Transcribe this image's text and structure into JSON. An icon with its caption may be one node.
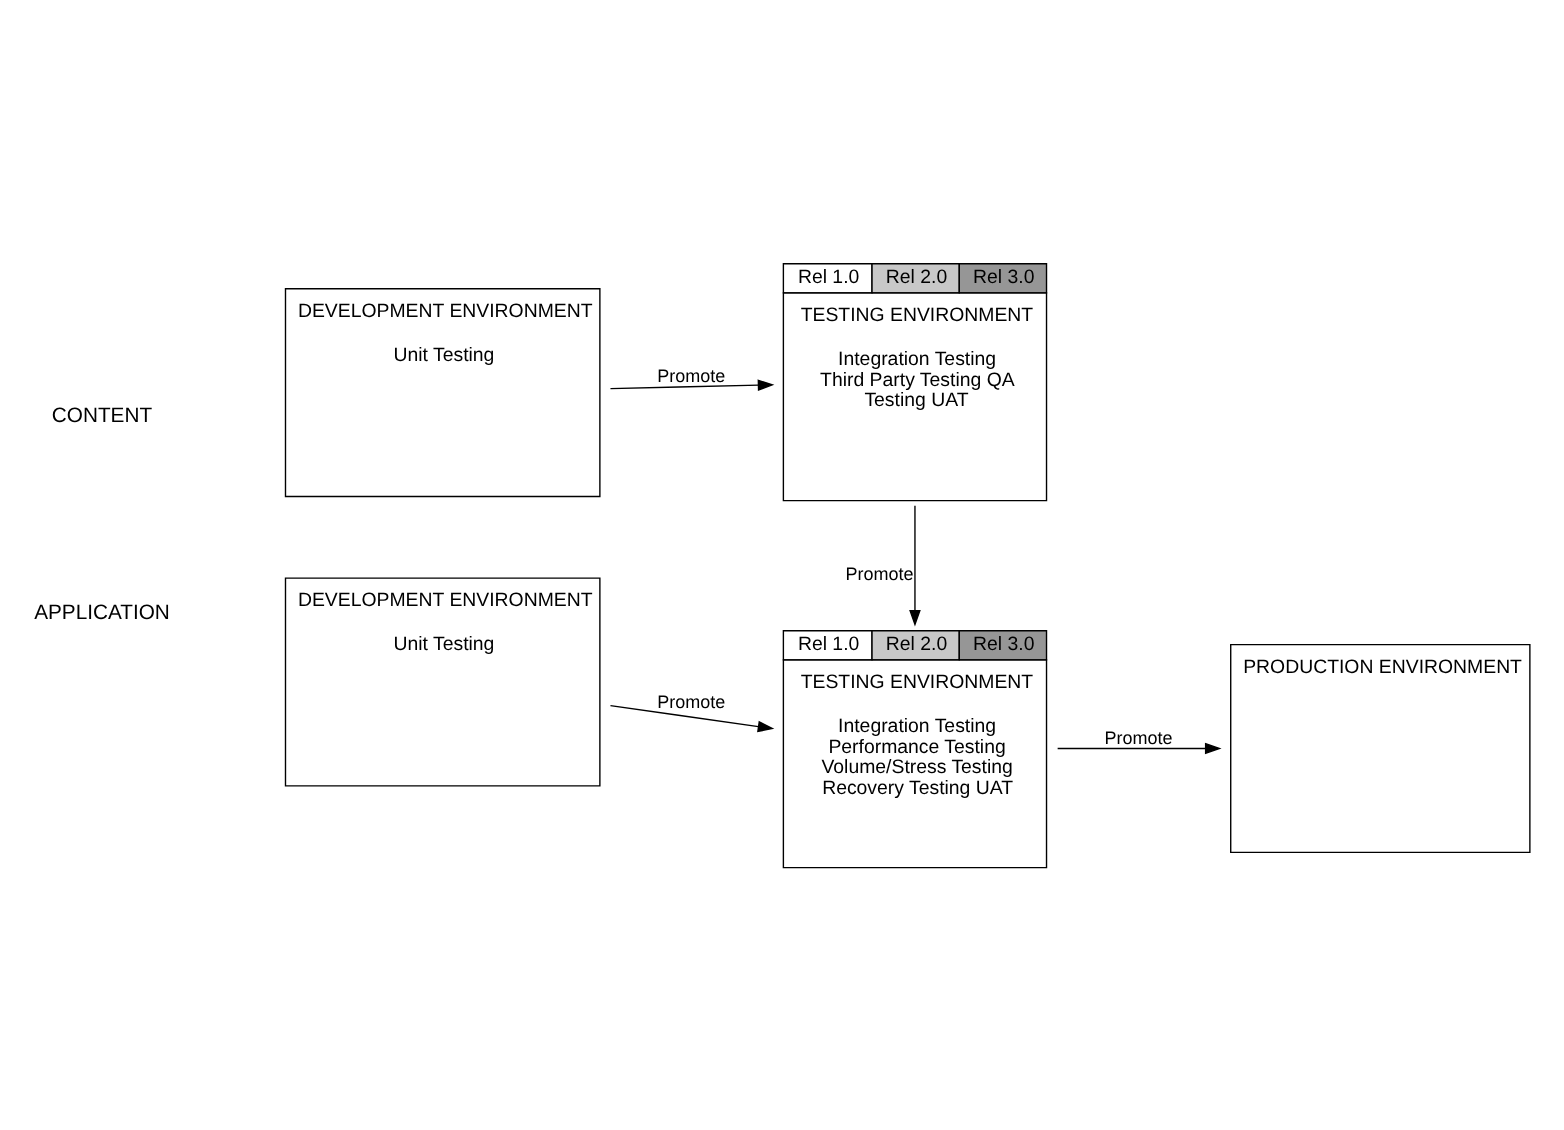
{
  "diagram": {
    "nodes": [
      {
        "text": [
          "DEVELOPMENT ENVIRONMENT",
          "Unit Testing"
        ]
      },
      {
        "text": [
          "TESTING ENVIRONMENT",
          "Integration Testing Third Party Testing QA Testing UAT"
        ],
        "beside": [
          "Rel 1.0",
          "Rel 2.0",
          "Rel 3.0"
        ]
      },
      {
        "text": [
          "DEVELOPMENT ENVIRONMENT",
          "Unit Testing"
        ]
      },
      {
        "text": [
          "TESTING ENVIRONMENT",
          "Integration Testing Performance Testing Volume/Stress Testing Recovery Testing UAT"
        ],
        "beside": [
          "Rel 1.0",
          "Rel 2.0",
          "Rel 3.0"
        ]
      },
      {
        "text": [
          "PRODUCTION ENVIRONMENT"
        ]
      }
    ],
    "edges": [
      {
        "from": 0,
        "to": 1,
        "arrow": "to",
        "label": "Promote"
      },
      {
        "from": 1,
        "to": 3,
        "arrow": "to",
        "label": "Promote"
      },
      {
        "from": 2,
        "to": 3,
        "arrow": "to",
        "label": "Promote"
      },
      {
        "from": 3,
        "to": 4,
        "arrow": "to",
        "label": "Promote"
      }
    ],
    "labels": [
      "CONTENT",
      "APPLICATION"
    ]
  }
}
